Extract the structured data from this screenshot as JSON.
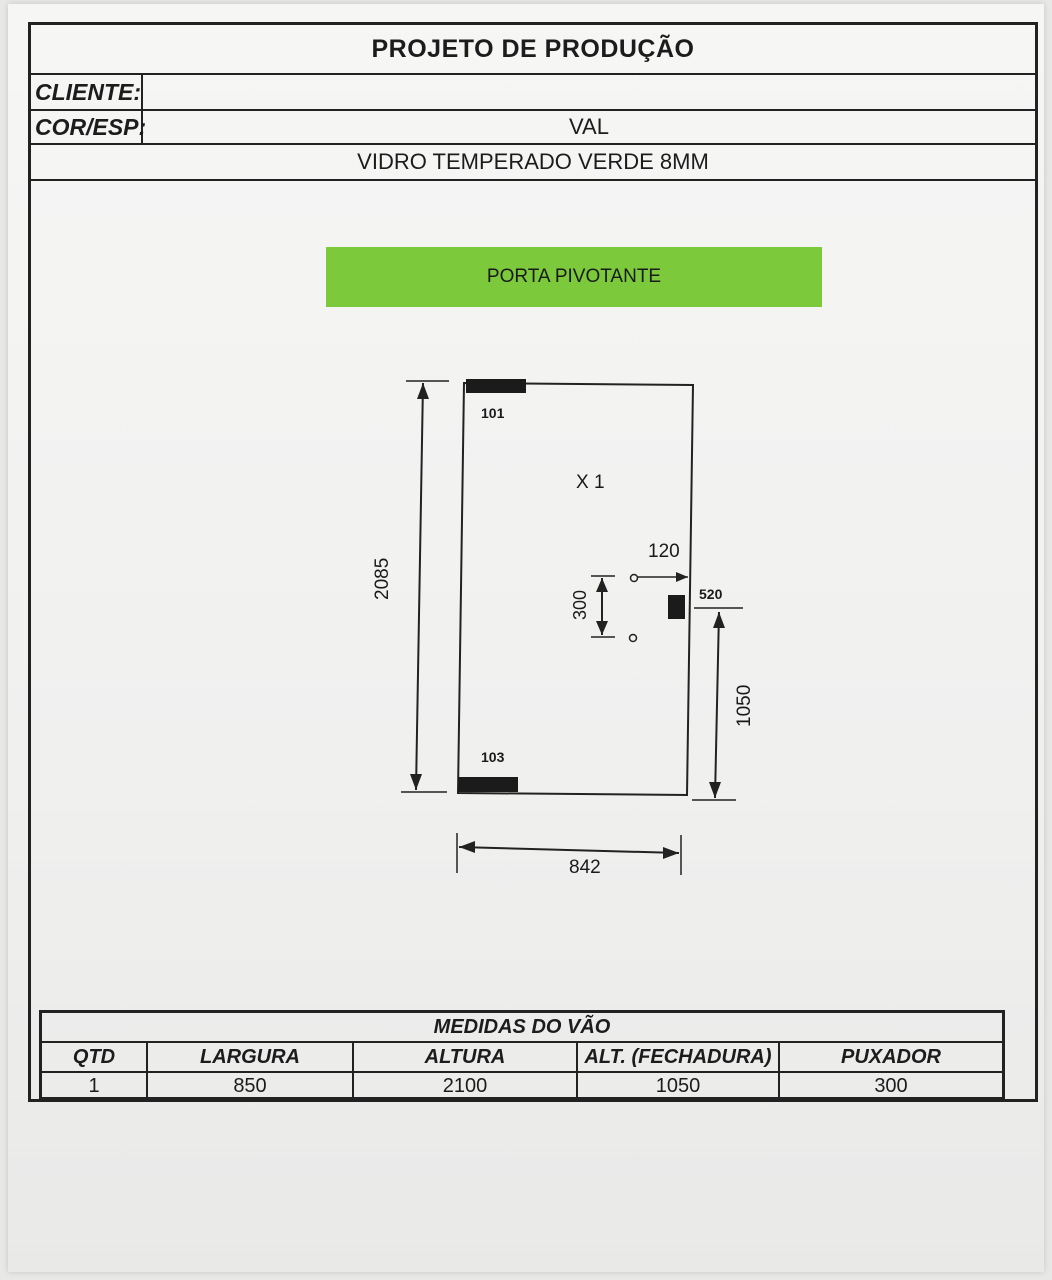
{
  "header": {
    "title": "PROJETO DE PRODUÇÃO",
    "client_label": "CLIENTE:",
    "client_value": "VAL",
    "color_label": "COR/ESP:",
    "color_value": "VIDRO TEMPERADO VERDE 8MM"
  },
  "banner": {
    "label": "PORTA PIVOTANTE",
    "color": "#7cc93c"
  },
  "drawing": {
    "quantity_mark": "X  1",
    "height_label": "2085",
    "width_label": "842",
    "top_pivot_label": "101",
    "bottom_pivot_label": "103",
    "handle_spacing_label": "300",
    "handle_offset_label": "120",
    "lock_label": "520",
    "lock_height_label": "1050"
  },
  "table": {
    "caption": "MEDIDAS DO VÃO",
    "headers": [
      "QTD",
      "LARGURA",
      "ALTURA",
      "ALT. (FECHADURA)",
      "PUXADOR"
    ],
    "row": [
      "1",
      "850",
      "2100",
      "1050",
      "300"
    ]
  }
}
